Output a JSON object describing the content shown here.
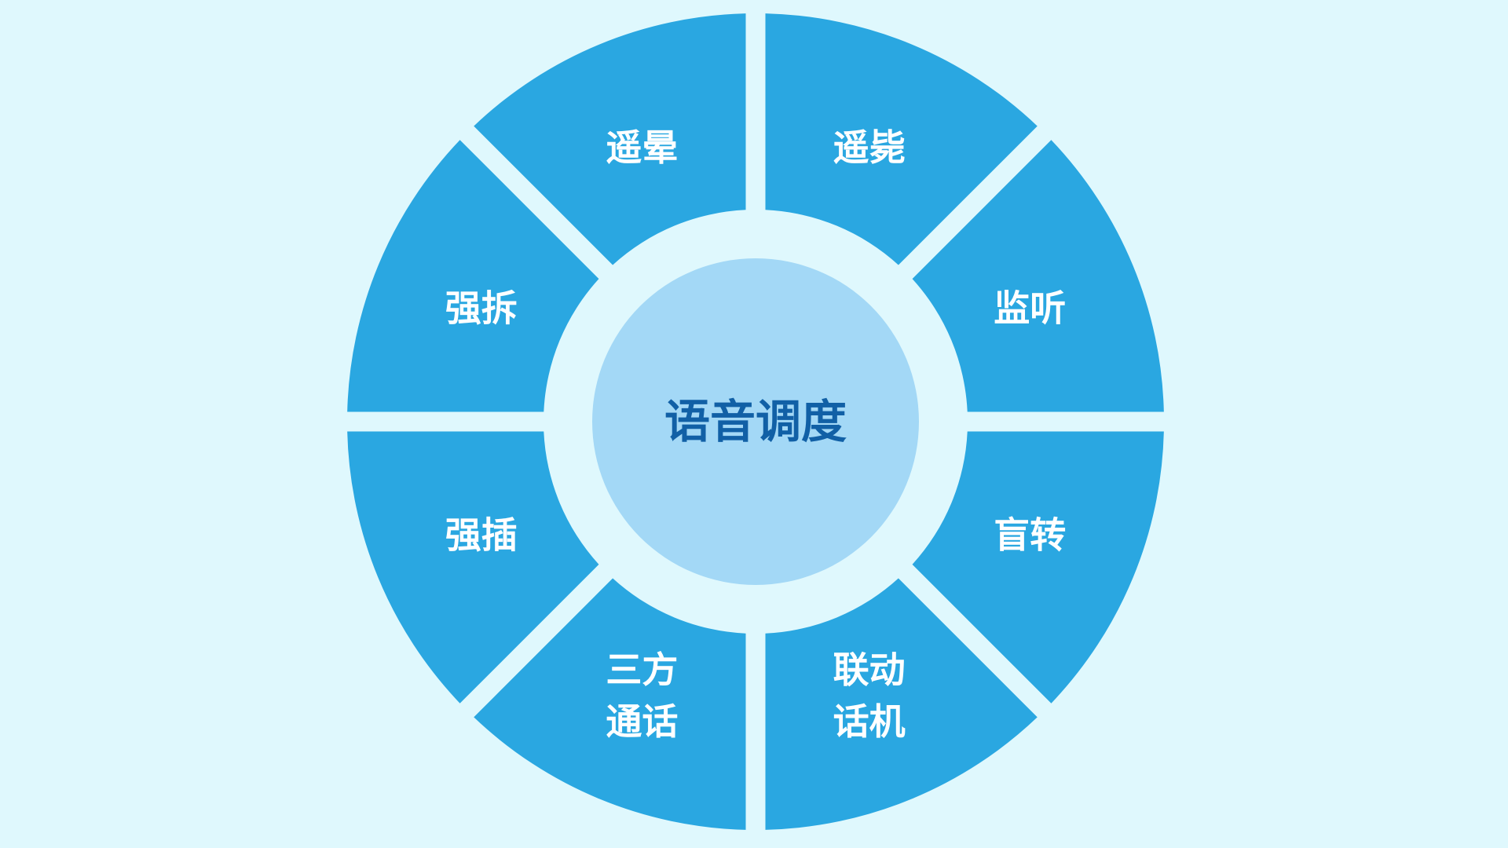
{
  "colors": {
    "background": "#dff8fd",
    "segment": "#2aa7e1",
    "center_disc": "#a3d8f6",
    "segment_text": "#ffffff",
    "center_text": "#1160a6"
  },
  "diagram": {
    "center_label": "语音调度",
    "segments": [
      {
        "id": "yaoyun",
        "lines": [
          "遥晕"
        ]
      },
      {
        "id": "yaobi",
        "lines": [
          "遥毙"
        ]
      },
      {
        "id": "jianting",
        "lines": [
          "监听"
        ]
      },
      {
        "id": "mangzhuan",
        "lines": [
          "盲转"
        ]
      },
      {
        "id": "liandong",
        "lines": [
          "联动",
          "话机"
        ]
      },
      {
        "id": "sanfang",
        "lines": [
          "三方",
          "通话"
        ]
      },
      {
        "id": "qiangcha",
        "lines": [
          "强插"
        ]
      },
      {
        "id": "qiangchai",
        "lines": [
          "强拆"
        ]
      }
    ]
  }
}
